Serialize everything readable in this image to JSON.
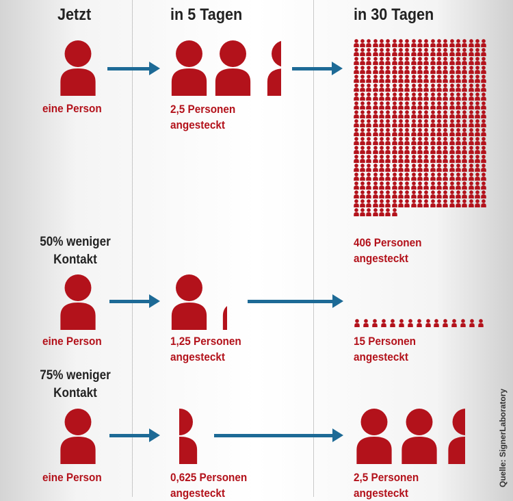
{
  "headers": {
    "now": "Jetzt",
    "five_days": "in 5 Tagen",
    "thirty_days": "in 30 Tagen"
  },
  "rows": [
    {
      "condition": null,
      "now_label": "eine Person",
      "five_label_1": "2,5 Personen",
      "five_label_2": "angesteckt",
      "five_count": 2.5,
      "thirty_label_1": "406 Personen",
      "thirty_label_2": "angesteckt",
      "thirty_count": 406
    },
    {
      "condition_1": "50% weniger",
      "condition_2": "Kontakt",
      "now_label": "eine Person",
      "five_label_1": "1,25 Personen",
      "five_label_2": "angesteckt",
      "five_count": 1.25,
      "thirty_label_1": "15 Personen",
      "thirty_label_2": "angesteckt",
      "thirty_count": 15
    },
    {
      "condition_1": "75% weniger",
      "condition_2": "Kontakt",
      "now_label": "eine Person",
      "five_label_1": "0,625 Personen",
      "five_label_2": "angesteckt",
      "five_count": 0.625,
      "thirty_label_1": "2,5 Personen",
      "thirty_label_2": "angesteckt",
      "thirty_count": 2.5
    }
  ],
  "source": "Quelle: SignerLaboratory",
  "colors": {
    "person": "#b3121b",
    "arrow": "#1d6a96"
  }
}
